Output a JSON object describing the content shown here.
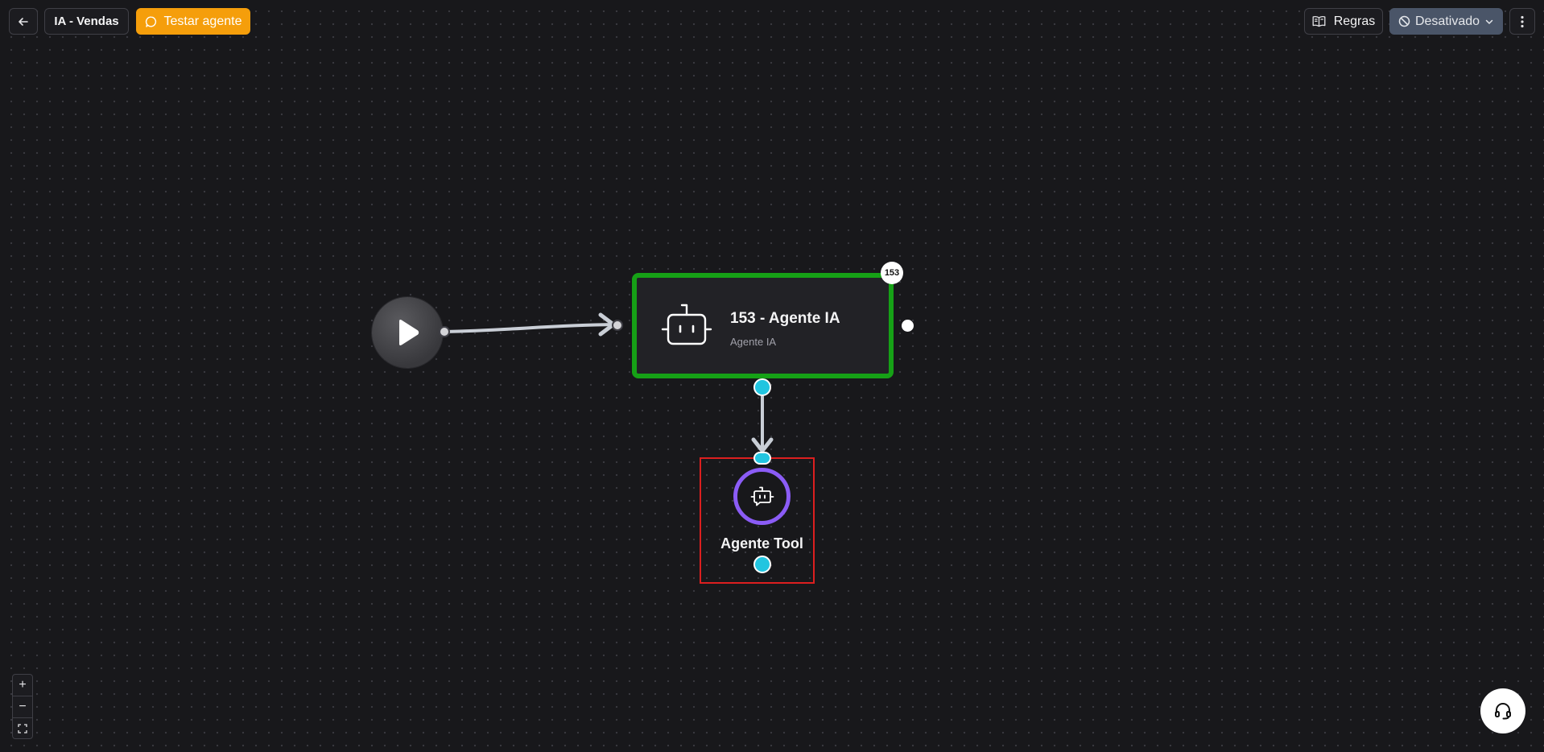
{
  "toolbar": {
    "back_icon": "arrow-left-icon",
    "flow_name": "IA - Vendas",
    "test_label": "Testar agente",
    "test_icon": "chat-bubble-icon",
    "rules_label": "Regras",
    "rules_icon": "book-open-icon",
    "status_label": "Desativado",
    "status_icon": "ban-icon",
    "more_icon": "dots-vertical-icon"
  },
  "nodes": {
    "start": {
      "icon": "play-icon"
    },
    "agent": {
      "title": "153 - Agente IA",
      "subtitle": "Agente IA",
      "badge": "153",
      "icon": "robot-icon",
      "border_color": "#16a116"
    },
    "tool": {
      "label": "Agente Tool",
      "icon": "bot-message-icon",
      "ring_color": "#8b5cf6",
      "selection_color": "#dc1f1f"
    }
  },
  "colors": {
    "accent": "#f59e0b",
    "handle": "#22c5e0",
    "status_bg": "#4a5568",
    "canvas_bg": "#18181b"
  },
  "zoom": {
    "in_label": "+",
    "out_label": "−",
    "fit_icon": "fit-view-icon"
  },
  "support": {
    "icon": "headset-icon"
  }
}
